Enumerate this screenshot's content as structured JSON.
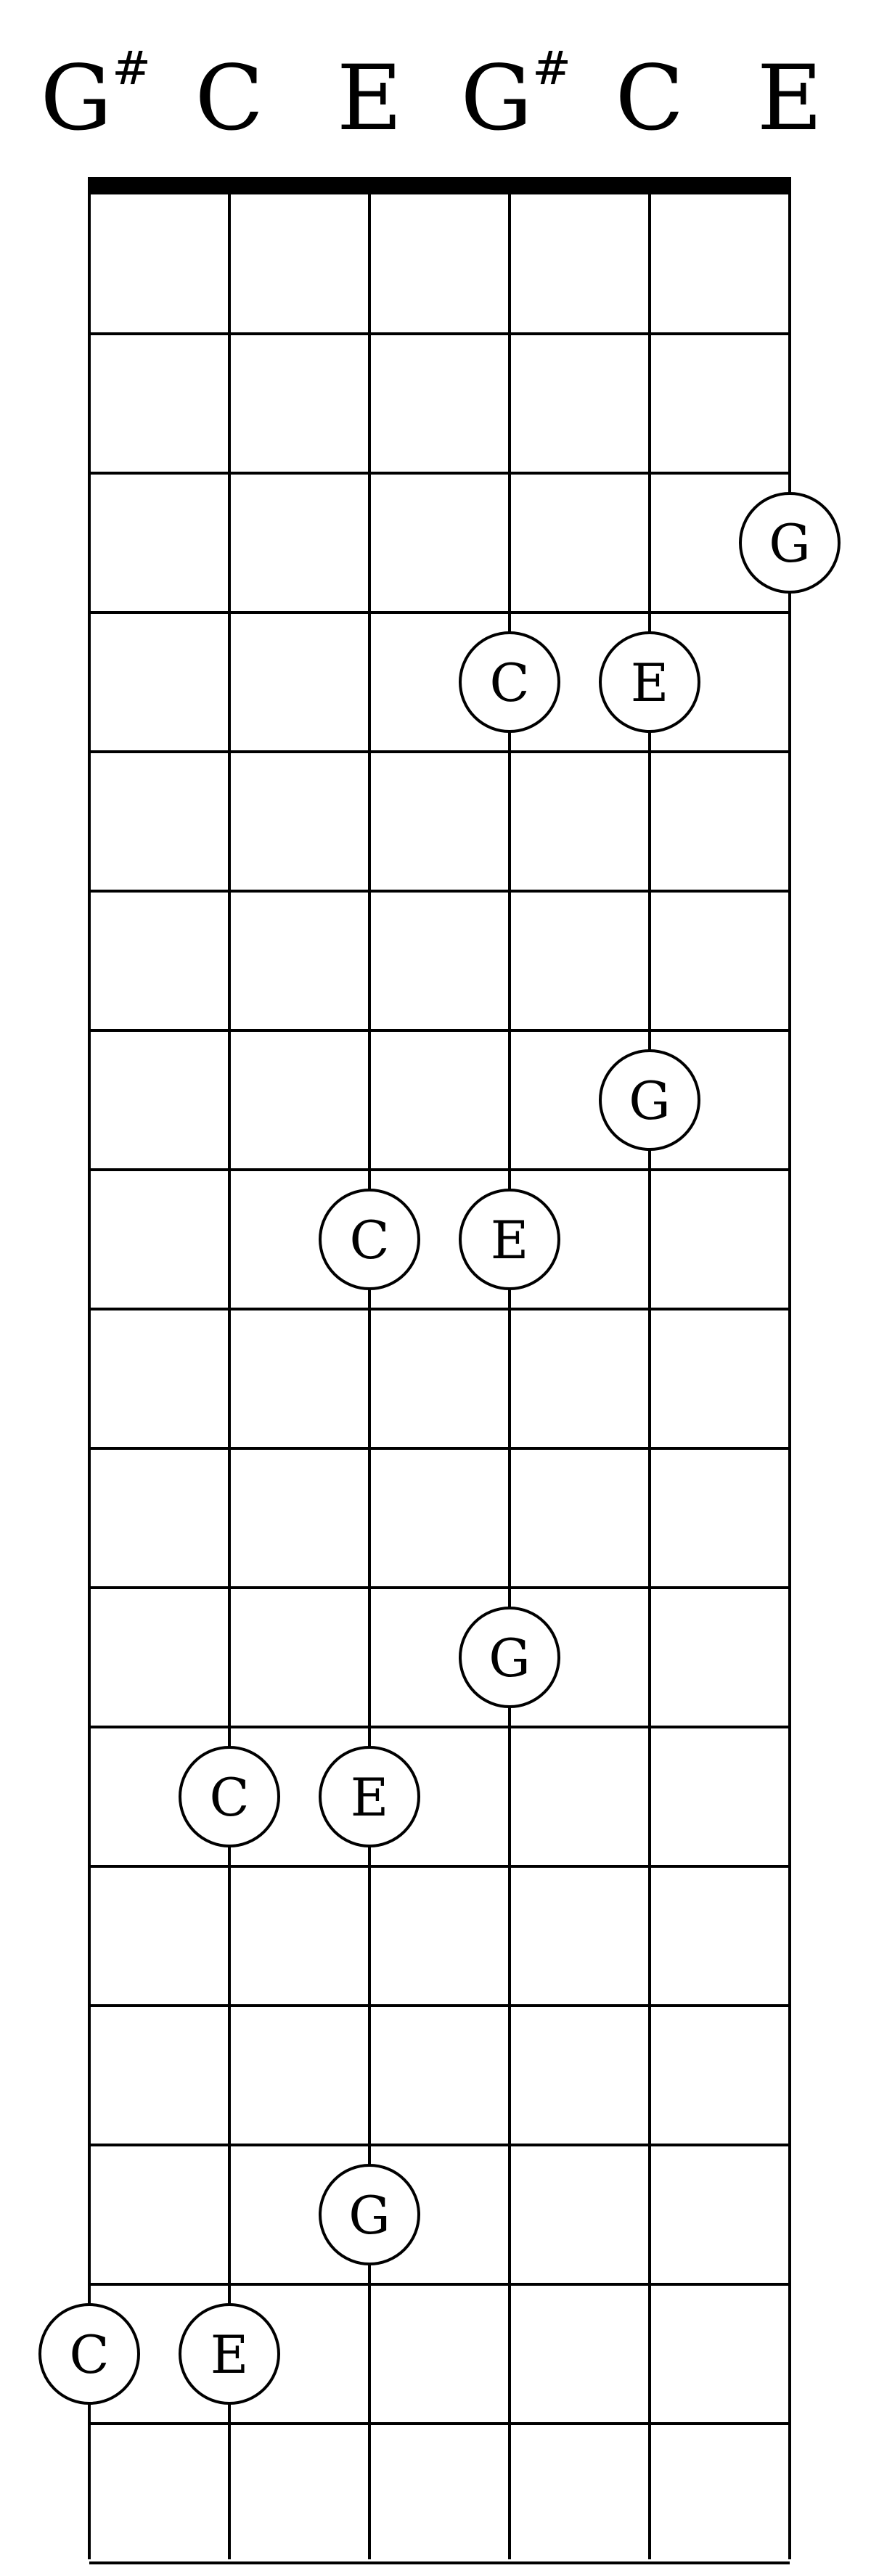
{
  "tuning": [
    {
      "note": "G",
      "accidental": "#"
    },
    {
      "note": "C",
      "accidental": ""
    },
    {
      "note": "E",
      "accidental": ""
    },
    {
      "note": "G",
      "accidental": "#"
    },
    {
      "note": "C",
      "accidental": ""
    },
    {
      "note": "E",
      "accidental": ""
    }
  ],
  "fret_count": 17,
  "notes": [
    {
      "string": 6,
      "fret": 3,
      "label": "G"
    },
    {
      "string": 4,
      "fret": 4,
      "label": "C"
    },
    {
      "string": 5,
      "fret": 4,
      "label": "E"
    },
    {
      "string": 5,
      "fret": 7,
      "label": "G"
    },
    {
      "string": 3,
      "fret": 8,
      "label": "C"
    },
    {
      "string": 4,
      "fret": 8,
      "label": "E"
    },
    {
      "string": 4,
      "fret": 11,
      "label": "G"
    },
    {
      "string": 2,
      "fret": 12,
      "label": "C"
    },
    {
      "string": 3,
      "fret": 12,
      "label": "E"
    },
    {
      "string": 3,
      "fret": 15,
      "label": "G"
    },
    {
      "string": 1,
      "fret": 16,
      "label": "C"
    },
    {
      "string": 2,
      "fret": 16,
      "label": "E"
    }
  ],
  "colors": {
    "lines": "#000000",
    "circle_fill": "#ffffff",
    "background": "#ffffff"
  }
}
